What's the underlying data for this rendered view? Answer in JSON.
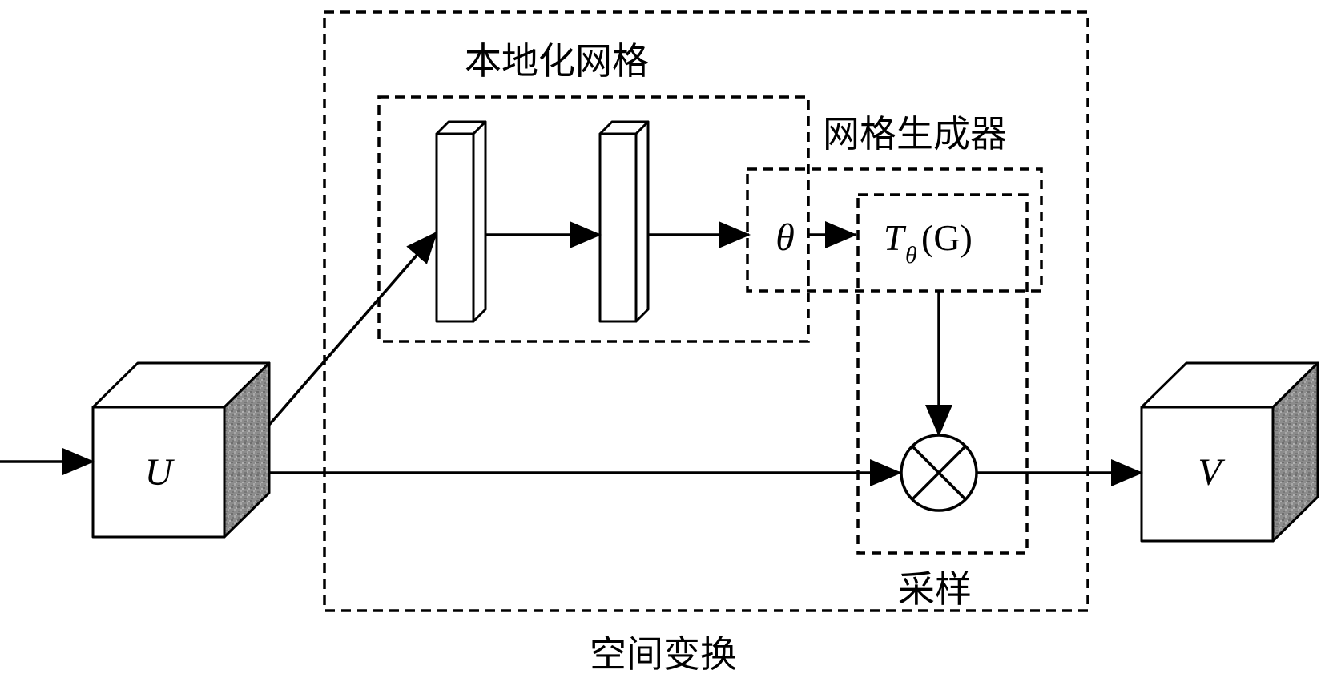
{
  "labels": {
    "spatial_transform": "空间变换",
    "localization_net": "本地化网格",
    "grid_generator": "网格生成器",
    "sampler": "采样"
  },
  "nodes": {
    "input": "U",
    "output": "V",
    "theta": "θ",
    "transform_T": "T",
    "transform_sub": "θ",
    "transform_arg": "(G)"
  },
  "colors": {
    "stroke": "#000000",
    "background": "#ffffff",
    "texture_face": "#8a8a8a"
  }
}
